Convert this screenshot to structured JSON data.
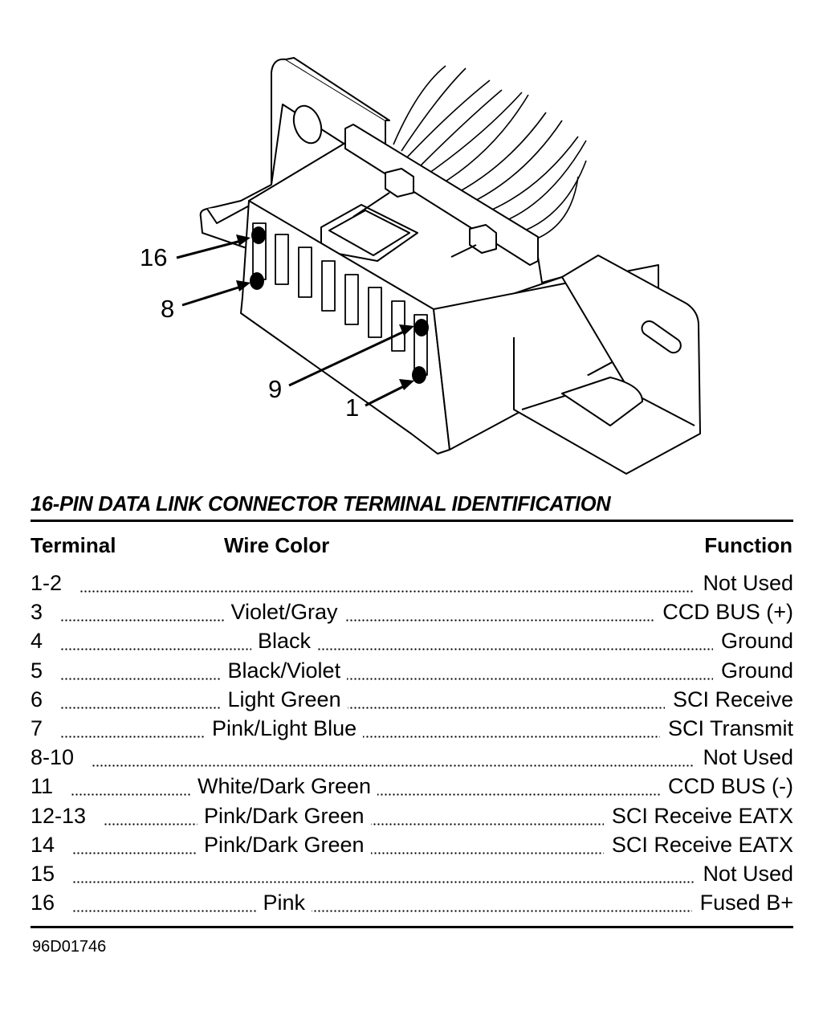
{
  "diagram": {
    "callouts": [
      "16",
      "8",
      "9",
      "1"
    ]
  },
  "table": {
    "title": "16-PIN DATA LINK CONNECTOR TERMINAL IDENTIFICATION",
    "headers": {
      "terminal": "Terminal",
      "wire_color": "Wire Color",
      "function": "Function"
    },
    "rows": [
      {
        "terminal": "1-2",
        "wire_color": "",
        "function": "Not Used"
      },
      {
        "terminal": "3",
        "wire_color": "Violet/Gray",
        "function": "CCD BUS (+)"
      },
      {
        "terminal": "4",
        "wire_color": "Black",
        "function": "Ground"
      },
      {
        "terminal": "5",
        "wire_color": "Black/Violet",
        "function": "Ground"
      },
      {
        "terminal": "6",
        "wire_color": "Light Green",
        "function": "SCI Receive"
      },
      {
        "terminal": "7",
        "wire_color": "Pink/Light Blue",
        "function": "SCI Transmit"
      },
      {
        "terminal": "8-10",
        "wire_color": "",
        "function": "Not Used"
      },
      {
        "terminal": "11",
        "wire_color": "White/Dark Green",
        "function": "CCD BUS (-)"
      },
      {
        "terminal": "12-13",
        "wire_color": "Pink/Dark Green",
        "function": "SCI Receive EATX"
      },
      {
        "terminal": "14",
        "wire_color": "Pink/Dark Green",
        "function": "SCI Receive EATX"
      },
      {
        "terminal": "15",
        "wire_color": "",
        "function": "Not Used"
      },
      {
        "terminal": "16",
        "wire_color": "Pink",
        "function": "Fused B+"
      }
    ]
  },
  "figure_id": "96D01746"
}
